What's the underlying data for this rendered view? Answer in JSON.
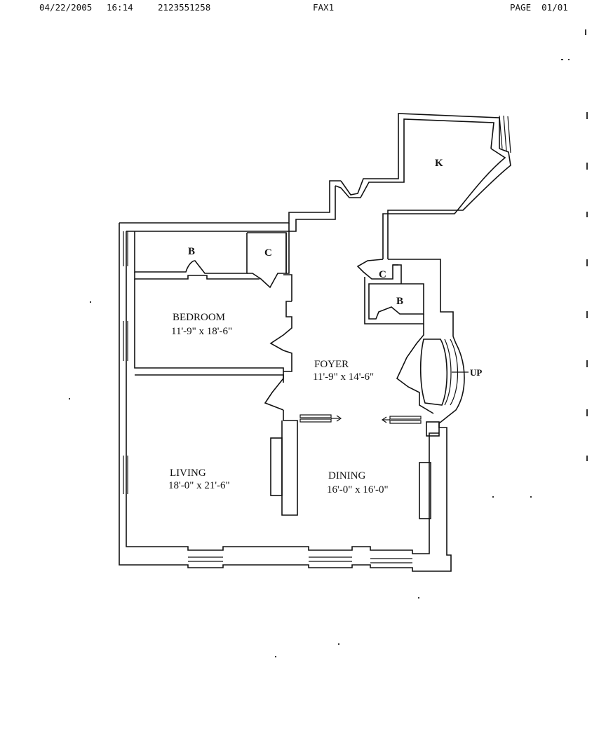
{
  "fax_header": {
    "date": "04/22/2005",
    "time": "16:14",
    "phone": "2123551258",
    "station": "FAX1",
    "page": "PAGE  01/01"
  },
  "floor_plan": {
    "rooms": {
      "kitchen": {
        "label": "K"
      },
      "bath_bedroom": {
        "label": "B"
      },
      "closet_bedroom": {
        "label": "C"
      },
      "closet_foyer": {
        "label": "C"
      },
      "bath_foyer": {
        "label": "B"
      },
      "bedroom": {
        "label": "BEDROOM",
        "dimensions": "11'-9\" x 18'-6\""
      },
      "foyer": {
        "label": "FOYER",
        "dimensions": "11'-9\" x 14'-6\""
      },
      "living": {
        "label": "LIVING",
        "dimensions": "18'-0\" x 21'-6\""
      },
      "dining": {
        "label": "DINING",
        "dimensions": "16'-0\" x 16'-0\""
      }
    },
    "stair_label": "UP"
  }
}
